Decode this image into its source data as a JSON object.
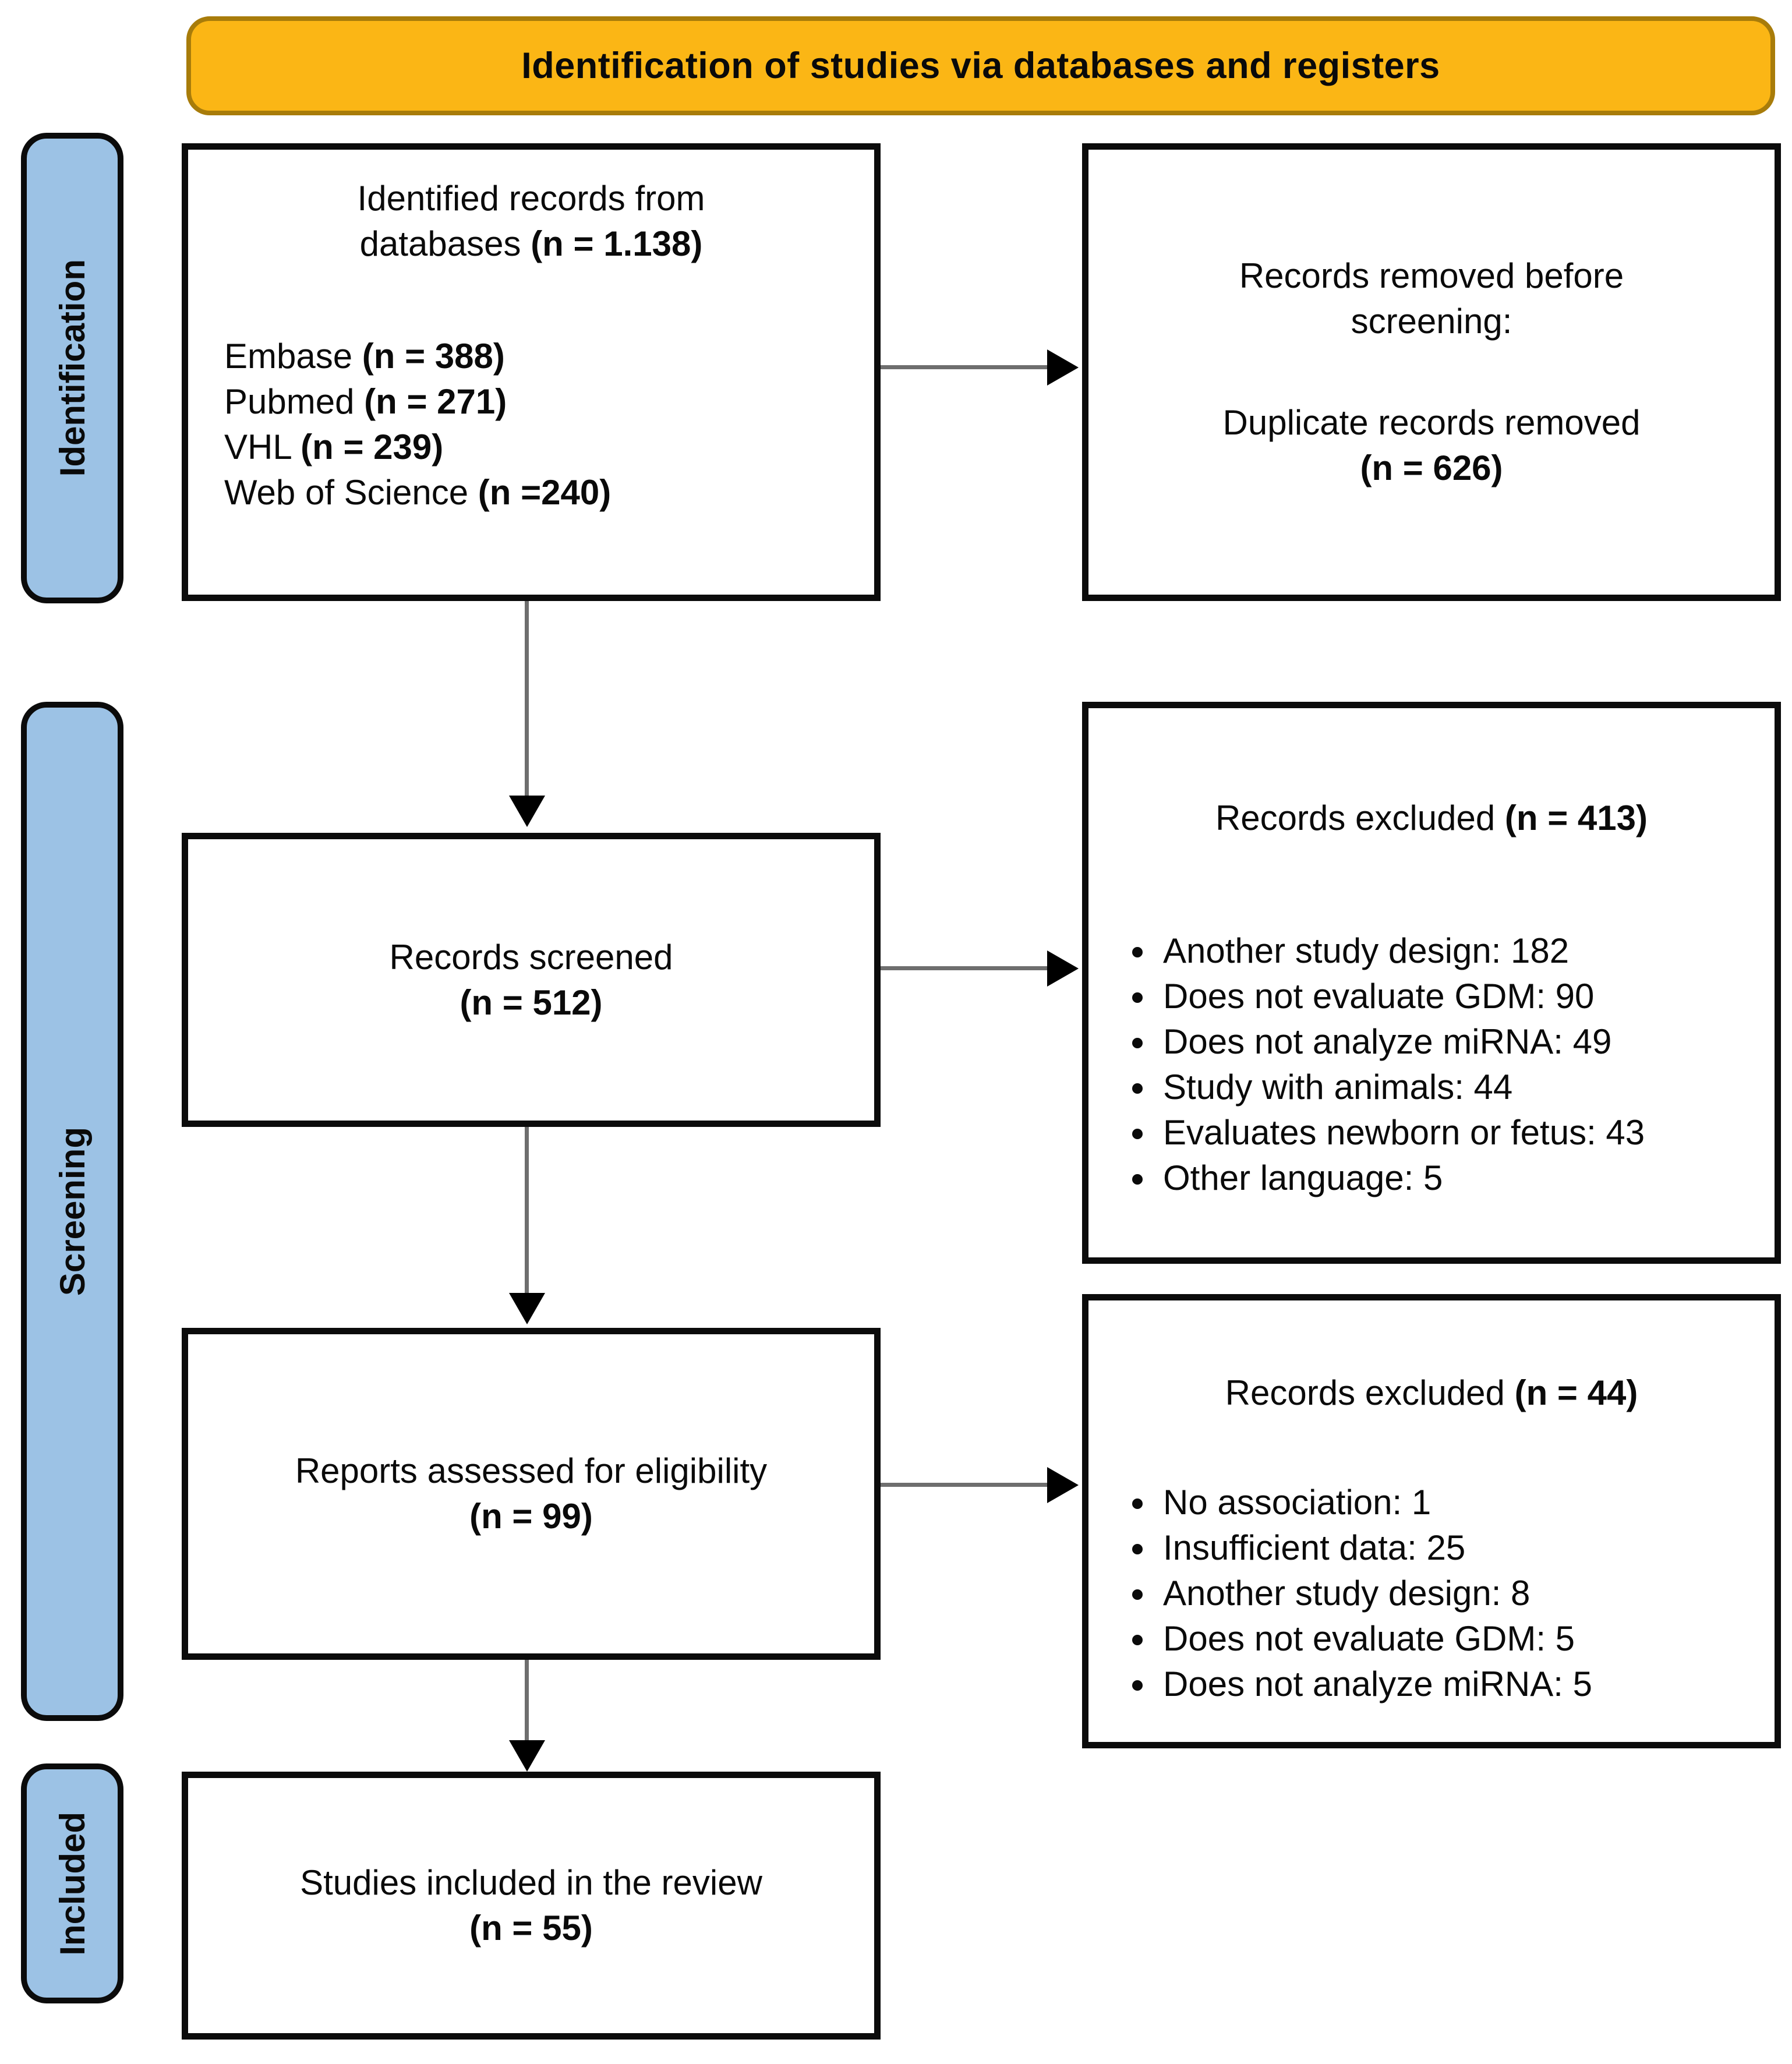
{
  "colors": {
    "banner_fill": "#FBB615",
    "banner_border": "#A87C0A",
    "stage_fill": "#9CC2E5",
    "stage_border": "#0B0B0B",
    "box_border": "#0B0B0B",
    "arrow_line": "#6E6E6E",
    "arrow_head": "#000000"
  },
  "banner": {
    "title": "Identification of studies via databases and registers"
  },
  "stages": {
    "identification": "Identification",
    "screening": "Screening",
    "included": "Included"
  },
  "boxes": {
    "identified": {
      "title_line1": "Identified records from",
      "title_line2": "databases ",
      "title_line2_n": "(n = 1.138)",
      "sources": [
        {
          "label": "Embase ",
          "n": "(n = 388)"
        },
        {
          "label": "Pubmed ",
          "n": "(n = 271)"
        },
        {
          "label": "VHL ",
          "n": "(n = 239)"
        },
        {
          "label": "Web of Science ",
          "n": "(n =240)"
        }
      ]
    },
    "removed": {
      "line1": "Records removed before",
      "line2": "screening:",
      "line3": "Duplicate records removed",
      "n": "(n = 626)"
    },
    "screened": {
      "line1": "Records screened",
      "n": "(n = 512)"
    },
    "excluded_screening": {
      "title": "Records excluded ",
      "n": "(n = 413)",
      "bullets": [
        "Another study design: 182",
        "Does not evaluate GDM: 90",
        "Does not analyze miRNA: 49",
        "Study with animals: 44",
        "Evaluates newborn or fetus: 43",
        "Other language: 5"
      ]
    },
    "assessed": {
      "line1": "Reports assessed for eligibility",
      "n": "(n = 99)"
    },
    "excluded_eligibility": {
      "title": "Records excluded ",
      "n": "(n = 44)",
      "bullets": [
        "No association: 1",
        "Insufficient data: 25",
        "Another study design: 8",
        "Does not evaluate GDM: 5",
        "Does not analyze miRNA: 5"
      ]
    },
    "included": {
      "line1": "Studies included in the review",
      "n": "(n = 55)"
    }
  }
}
